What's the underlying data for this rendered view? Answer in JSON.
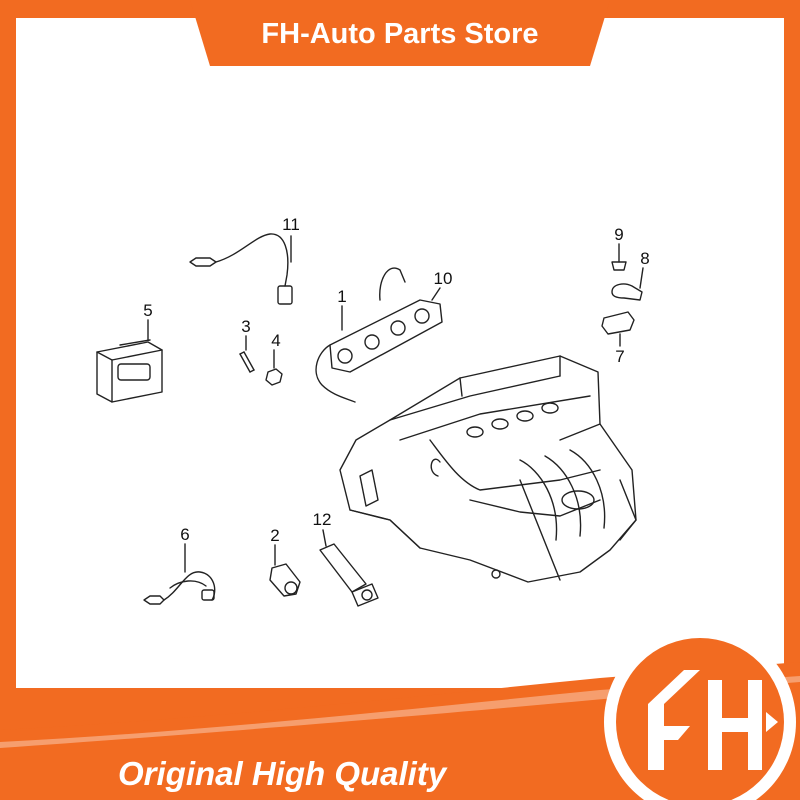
{
  "header": {
    "title": "FH-Auto Parts Store"
  },
  "footer": {
    "tagline": "Original High Quality"
  },
  "logo": {
    "text": "FH"
  },
  "colors": {
    "brand_orange": "#f26b21",
    "background": "#ffffff",
    "line_art": "#222222"
  },
  "callouts": [
    {
      "id": "c1",
      "label": "1"
    },
    {
      "id": "c2",
      "label": "2"
    },
    {
      "id": "c3",
      "label": "3"
    },
    {
      "id": "c4",
      "label": "4"
    },
    {
      "id": "c5",
      "label": "5"
    },
    {
      "id": "c6",
      "label": "6"
    },
    {
      "id": "c7",
      "label": "7"
    },
    {
      "id": "c8",
      "label": "8"
    },
    {
      "id": "c9",
      "label": "9"
    },
    {
      "id": "c10",
      "label": "10"
    },
    {
      "id": "c11",
      "label": "11"
    },
    {
      "id": "c12",
      "label": "12"
    }
  ]
}
